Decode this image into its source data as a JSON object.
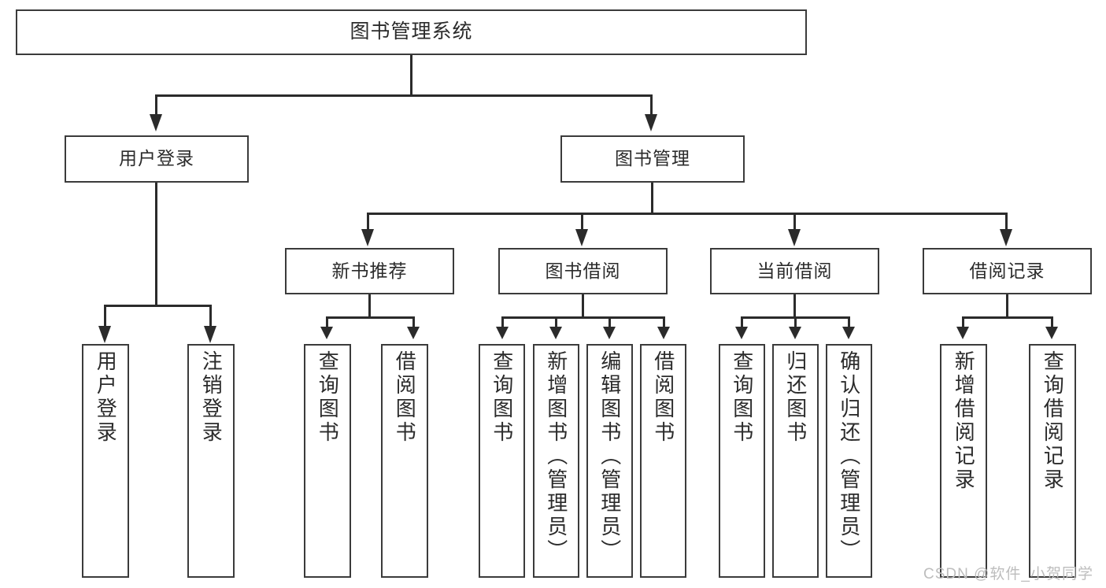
{
  "diagram": {
    "title": "图书管理系统",
    "type": "tree-hierarchy-diagram",
    "root": {
      "label": "图书管理系统"
    },
    "level1": [
      {
        "label": "用户登录"
      },
      {
        "label": "图书管理"
      }
    ],
    "level2": [
      {
        "label": "新书推荐"
      },
      {
        "label": "图书借阅"
      },
      {
        "label": "当前借阅"
      },
      {
        "label": "借阅记录"
      }
    ],
    "leaves": {
      "user_login": [
        {
          "label": "用户登录"
        },
        {
          "label": "注销登录"
        }
      ],
      "new_book_recommend": [
        {
          "label": "查询图书"
        },
        {
          "label": "借阅图书"
        }
      ],
      "book_borrow": [
        {
          "label": "查询图书"
        },
        {
          "label": "新增图书（管理员）"
        },
        {
          "label": "编辑图书（管理员）"
        },
        {
          "label": "借阅图书"
        }
      ],
      "current_borrow": [
        {
          "label": "查询图书"
        },
        {
          "label": "归还图书"
        },
        {
          "label": "确认归还（管理员）"
        }
      ],
      "borrow_record": [
        {
          "label": "新增借阅记录"
        },
        {
          "label": "查询借阅记录"
        }
      ]
    }
  },
  "watermark": {
    "text": "CSDN @软件_小贺同学"
  },
  "colors": {
    "box_border": "#3b3b3b",
    "line": "#2b2b2b",
    "text": "#2b2b2b",
    "background": "#ffffff",
    "watermark": "#bdbdbd"
  }
}
